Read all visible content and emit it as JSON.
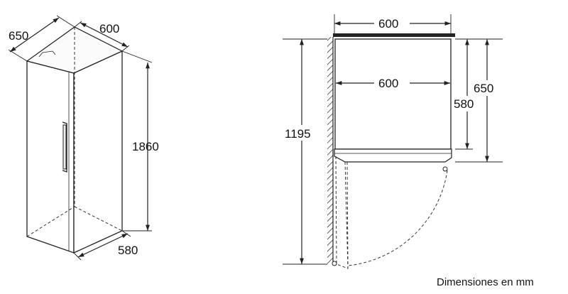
{
  "iso_view": {
    "width_label": "600",
    "depth_label": "650",
    "height_label": "1860",
    "base_depth_label": "580"
  },
  "plan_view": {
    "top_width_label": "600",
    "inner_width_label": "600",
    "total_depth_label": "650",
    "body_depth_label": "580",
    "door_clearance_label": "1195"
  },
  "caption": "Dimensiones en mm"
}
